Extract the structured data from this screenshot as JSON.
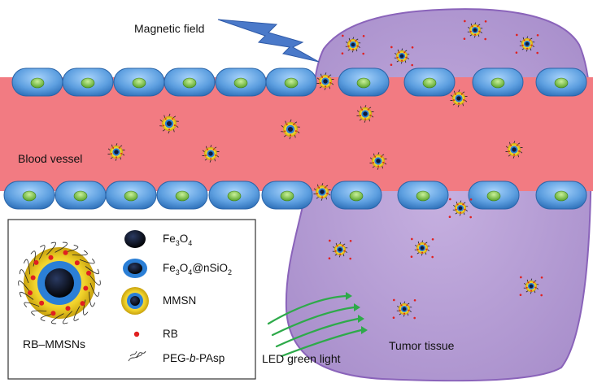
{
  "labels": {
    "magnetic_field": "Magnetic field",
    "blood_vessel": "Blood vessel",
    "tumor_tissue": "Tumor tissue",
    "led_light": "LED green light"
  },
  "legend": {
    "composite": "RB–MMSNs",
    "fe3o4": {
      "p1": "Fe",
      "s1": "3",
      "p2": "O",
      "s2": "4"
    },
    "fe3o4_sio2": {
      "p1": "Fe",
      "s1": "3",
      "p2": "O",
      "s2": "4",
      "p3": "@nSiO",
      "s3": "2"
    },
    "mmsn": "MMSN",
    "rb": "RB",
    "peg": {
      "p1": "PEG-",
      "italic": "b",
      "p2": "-PAsp"
    }
  },
  "colors": {
    "vessel": "#f27b82",
    "tumor": "#b39ad0",
    "tumor_edge": "#8a63ba",
    "cell": "#5d9fe0",
    "nucleus": "#7cc24a",
    "lightning": "#4a79c9",
    "arrow": "#2eaa4a",
    "rb_dot": "#e02020",
    "particle_core": "#0d1b3a",
    "particle_ring": "#2b7fd6",
    "particle_shell": "#f0d22a"
  },
  "icons": {
    "lightning": "lightning-bolt-icon",
    "cell": "endothelial-cell-icon",
    "particle": "nanoparticle-icon",
    "arrow": "light-ray-arrow-icon"
  }
}
